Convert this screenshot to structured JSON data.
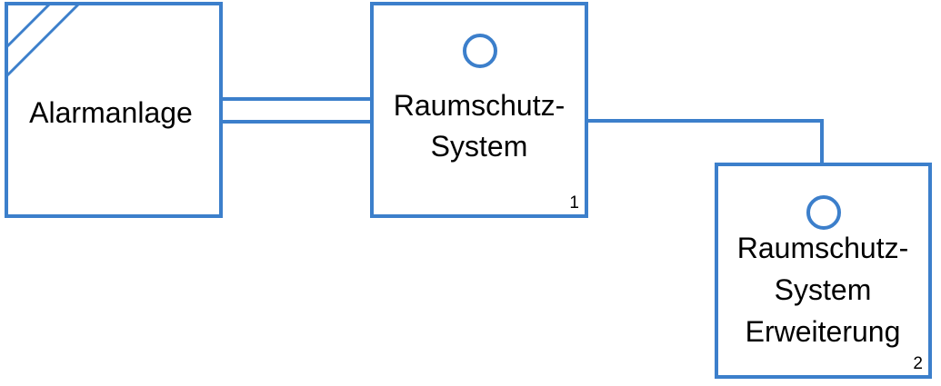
{
  "diagram": {
    "alarm_unit": {
      "label": "Alarmanlage"
    },
    "room_system": {
      "label_line1": "Raumschutz-",
      "label_line2": "System",
      "number": "1"
    },
    "room_system_extension": {
      "label_line1": "Raumschutz-",
      "label_line2": "System",
      "label_line3": "Erweiterung",
      "number": "2"
    }
  },
  "colors": {
    "stroke": "#3c7fcb",
    "text": "#000000",
    "background": "#ffffff"
  }
}
